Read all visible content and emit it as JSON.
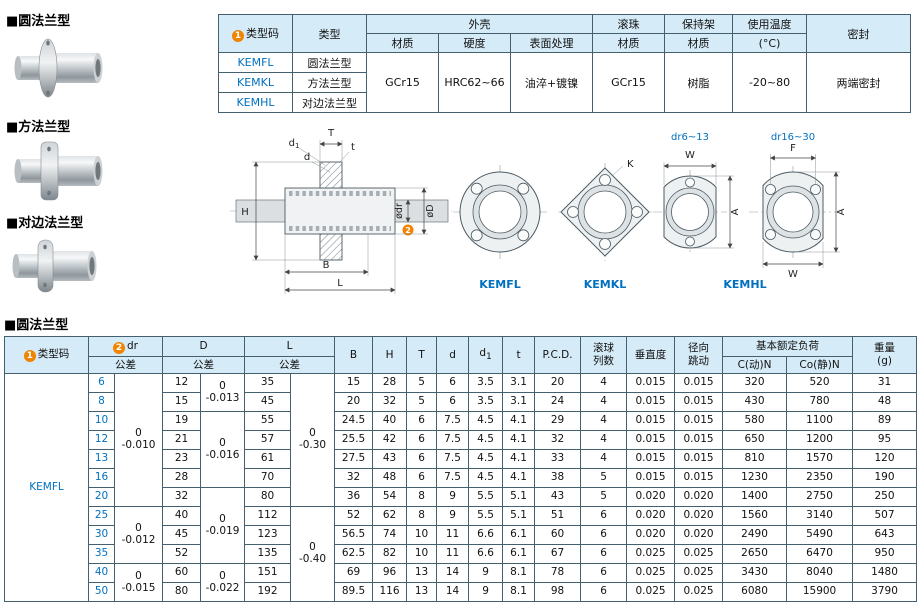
{
  "colors": {
    "accent_blue": "#0070c0",
    "header_bg": "#d5ebf7",
    "badge_orange": "#f08300",
    "table_border": "#44606e"
  },
  "badges": {
    "one": "1",
    "two": "2"
  },
  "left_panel": {
    "sections": [
      {
        "label": "■圆法兰型"
      },
      {
        "label": "■方法兰型"
      },
      {
        "label": "■对边法兰型"
      }
    ]
  },
  "spec_table": {
    "header": {
      "type_code": "类型码",
      "type": "类型",
      "shell": "外壳",
      "material": "材质",
      "hardness": "硬度",
      "surface_treatment": "表面处理",
      "ball": "滚珠",
      "ball_material": "材质",
      "cage": "保持架",
      "cage_material": "材质",
      "temperature": "使用温度",
      "temperature_unit": "(°C)",
      "seal": "密封"
    },
    "rows": [
      {
        "code": "KEMFL",
        "type": "圆法兰型"
      },
      {
        "code": "KEMKL",
        "type": "方法兰型"
      },
      {
        "code": "KEMHL",
        "type": "对边法兰型"
      }
    ],
    "shared": {
      "shell_material": "GCr15",
      "hardness": "HRC62~66",
      "surface_treatment": "油淬+镀镍",
      "ball_material": "GCr15",
      "cage_material": "树脂",
      "temperature": "-20~80",
      "seal": "两端密封"
    }
  },
  "drawing": {
    "section_labels": {
      "T": "T",
      "t": "t",
      "d1_base": "d",
      "d1_sub": "1",
      "d": "d",
      "H": "H",
      "B": "B",
      "L": "L",
      "dr": "ødr",
      "D": "øD"
    },
    "end_view": {
      "range_small": "dr6~13",
      "range_large": "dr16~30",
      "K": "K",
      "W": "W",
      "A": "A",
      "F": "F",
      "W2": "W",
      "A2": "A",
      "caption_kemfl": "KEMFL",
      "caption_kemkl": "KEMKL",
      "caption_kemhl": "KEMHL"
    }
  },
  "dim_table": {
    "section_title": "■圆法兰型",
    "header": {
      "type_code": "类型码",
      "dr": "dr",
      "tol": "公差",
      "D": "D",
      "L": "L",
      "B": "B",
      "H": "H",
      "T": "T",
      "d": "d",
      "d1_base": "d",
      "d1_sub": "1",
      "t": "t",
      "pcd": "P.C.D.",
      "ball_rows_1": "滚球",
      "ball_rows_2": "列数",
      "perp": "垂直度",
      "runout_1": "径向",
      "runout_2": "跳动",
      "load": "基本额定负荷",
      "load_c": "C(动)N",
      "load_co": "Co(静)N",
      "weight_1": "重量",
      "weight_2": "(g)"
    },
    "type_code_value": "KEMFL",
    "rows": [
      {
        "size": "6",
        "D": "12",
        "L": "35",
        "B": "15",
        "H": "28",
        "T": "5",
        "d": "6",
        "d1": "3.5",
        "t": "3.1",
        "pcd": "20",
        "balls": "4",
        "perp": "0.015",
        "runout": "0.015",
        "c": "320",
        "co": "520",
        "w": "31"
      },
      {
        "size": "8",
        "D": "15",
        "L": "45",
        "B": "20",
        "H": "32",
        "T": "5",
        "d": "6",
        "d1": "3.5",
        "t": "3.1",
        "pcd": "24",
        "balls": "4",
        "perp": "0.015",
        "runout": "0.015",
        "c": "430",
        "co": "780",
        "w": "48"
      },
      {
        "size": "10",
        "D": "19",
        "L": "55",
        "B": "24.5",
        "H": "40",
        "T": "6",
        "d": "7.5",
        "d1": "4.5",
        "t": "4.1",
        "pcd": "29",
        "balls": "4",
        "perp": "0.015",
        "runout": "0.015",
        "c": "580",
        "co": "1100",
        "w": "89"
      },
      {
        "size": "12",
        "D": "21",
        "L": "57",
        "B": "25.5",
        "H": "42",
        "T": "6",
        "d": "7.5",
        "d1": "4.5",
        "t": "4.1",
        "pcd": "32",
        "balls": "4",
        "perp": "0.015",
        "runout": "0.015",
        "c": "650",
        "co": "1200",
        "w": "95"
      },
      {
        "size": "13",
        "D": "23",
        "L": "61",
        "B": "27.5",
        "H": "43",
        "T": "6",
        "d": "7.5",
        "d1": "4.5",
        "t": "4.1",
        "pcd": "33",
        "balls": "4",
        "perp": "0.015",
        "runout": "0.015",
        "c": "810",
        "co": "1570",
        "w": "120"
      },
      {
        "size": "16",
        "D": "28",
        "L": "70",
        "B": "32",
        "H": "48",
        "T": "6",
        "d": "7.5",
        "d1": "4.5",
        "t": "4.1",
        "pcd": "38",
        "balls": "5",
        "perp": "0.015",
        "runout": "0.015",
        "c": "1230",
        "co": "2350",
        "w": "190"
      },
      {
        "size": "20",
        "D": "32",
        "L": "80",
        "B": "36",
        "H": "54",
        "T": "8",
        "d": "9",
        "d1": "5.5",
        "t": "5.1",
        "pcd": "43",
        "balls": "5",
        "perp": "0.020",
        "runout": "0.020",
        "c": "1400",
        "co": "2750",
        "w": "250"
      },
      {
        "size": "25",
        "D": "40",
        "L": "112",
        "B": "52",
        "H": "62",
        "T": "8",
        "d": "9",
        "d1": "5.5",
        "t": "5.1",
        "pcd": "51",
        "balls": "6",
        "perp": "0.020",
        "runout": "0.020",
        "c": "1560",
        "co": "3140",
        "w": "507"
      },
      {
        "size": "30",
        "D": "45",
        "L": "123",
        "B": "56.5",
        "H": "74",
        "T": "10",
        "d": "11",
        "d1": "6.6",
        "t": "6.1",
        "pcd": "60",
        "balls": "6",
        "perp": "0.020",
        "runout": "0.020",
        "c": "2490",
        "co": "5490",
        "w": "643"
      },
      {
        "size": "35",
        "D": "52",
        "L": "135",
        "B": "62.5",
        "H": "82",
        "T": "10",
        "d": "11",
        "d1": "6.6",
        "t": "6.1",
        "pcd": "67",
        "balls": "6",
        "perp": "0.025",
        "runout": "0.025",
        "c": "2650",
        "co": "6470",
        "w": "950"
      },
      {
        "size": "40",
        "D": "60",
        "L": "151",
        "B": "69",
        "H": "96",
        "T": "13",
        "d": "14",
        "d1": "9",
        "t": "8.1",
        "pcd": "78",
        "balls": "6",
        "perp": "0.025",
        "runout": "0.025",
        "c": "3430",
        "co": "8040",
        "w": "1480"
      },
      {
        "size": "50",
        "D": "80",
        "L": "192",
        "B": "89.5",
        "H": "116",
        "T": "13",
        "d": "14",
        "d1": "9",
        "t": "8.1",
        "pcd": "98",
        "balls": "6",
        "perp": "0.025",
        "runout": "0.025",
        "c": "6080",
        "co": "15900",
        "w": "3790"
      }
    ],
    "dr_tol_groups": [
      {
        "start": 0,
        "span": 7,
        "lines": [
          "0",
          "-0.010"
        ]
      },
      {
        "start": 7,
        "span": 3,
        "lines": [
          "0",
          "-0.012"
        ]
      },
      {
        "start": 10,
        "span": 2,
        "lines": [
          "0",
          "-0.015"
        ]
      }
    ],
    "d_tol_groups": [
      {
        "start": 0,
        "span": 2,
        "lines": [
          "0",
          "-0.013"
        ]
      },
      {
        "start": 2,
        "span": 4,
        "lines": [
          "0",
          "-0.016"
        ]
      },
      {
        "start": 6,
        "span": 4,
        "lines": [
          "0",
          "-0.019"
        ]
      },
      {
        "start": 10,
        "span": 2,
        "lines": [
          "0",
          "-0.022"
        ]
      }
    ],
    "l_tol_groups": [
      {
        "start": 0,
        "span": 7,
        "lines": [
          "0",
          "-0.30"
        ]
      },
      {
        "start": 7,
        "span": 5,
        "lines": [
          "0",
          "-0.40"
        ]
      }
    ]
  }
}
